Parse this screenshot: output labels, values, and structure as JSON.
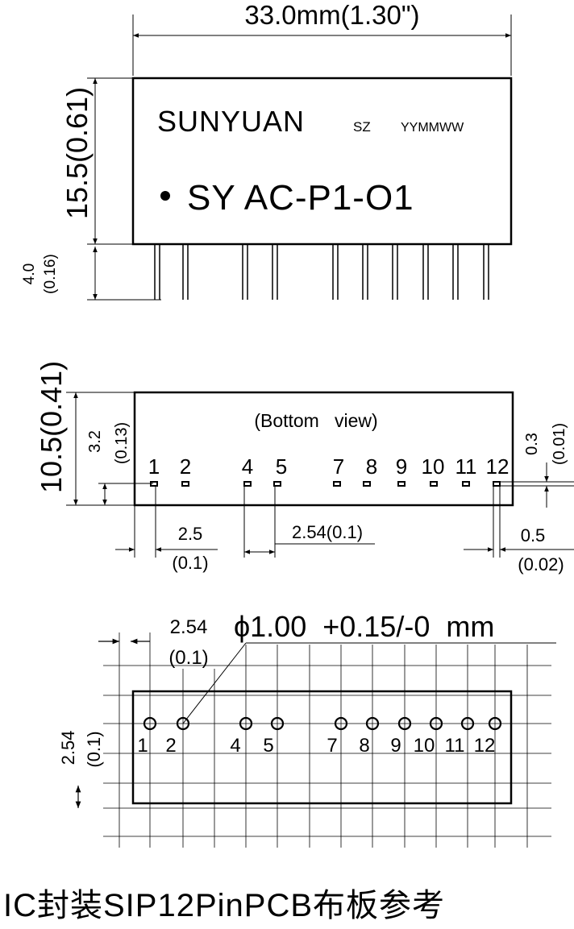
{
  "top_view": {
    "width_dim": "33.0mm(1.30\")",
    "height_dim": "15.5(0.61)",
    "pin_len_dim": "4.0",
    "pin_len_dim_in": "(0.16)",
    "brand": "SUNYUAN",
    "brand_suffix": "SZ",
    "date_code": "YYMMWW",
    "model": "SY AC-P1-O1"
  },
  "bottom_view": {
    "height_dim": "10.5(0.41)",
    "pin_offset_dim": "3.2",
    "pin_offset_dim_in": "(0.13)",
    "title": "(Bottom   view)",
    "pin_labels": [
      "1",
      "2",
      "4",
      "5",
      "7",
      "8",
      "9",
      "10",
      "11",
      "12"
    ],
    "edge_dim": "2.5",
    "edge_dim_in": "(0.1)",
    "pitch_dim": "2.54(0.1)",
    "pin_w_dim": "0.3",
    "pin_w_dim_in": "(0.01)",
    "end_dim": "0.5",
    "end_dim_in": "(0.02)"
  },
  "pcb_view": {
    "grid_dim": "2.54",
    "grid_dim_in": "(0.1)",
    "hole_spec": "ϕ1.00  +0.15/-0  mm",
    "row_dim": "2.54",
    "row_dim_in": "(0.1)",
    "pin_labels": [
      "1",
      "2",
      "4",
      "5",
      "7",
      "8",
      "9",
      "10",
      "11",
      "12"
    ]
  },
  "caption": "IC封装SIP12PinPCB布板参考"
}
